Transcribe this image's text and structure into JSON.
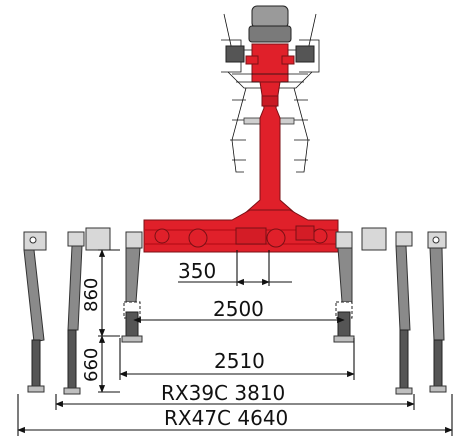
{
  "dimensions": {
    "d350": "350",
    "d2500": "2500",
    "d2510": "2510",
    "d860": "860",
    "d660": "660",
    "rx39c": "RX39C 3810",
    "rx47c": "RX47C 4640"
  },
  "colors": {
    "frame_red": "#e0202a",
    "leg_gray": "#8a8a8a",
    "line": "#111111"
  }
}
